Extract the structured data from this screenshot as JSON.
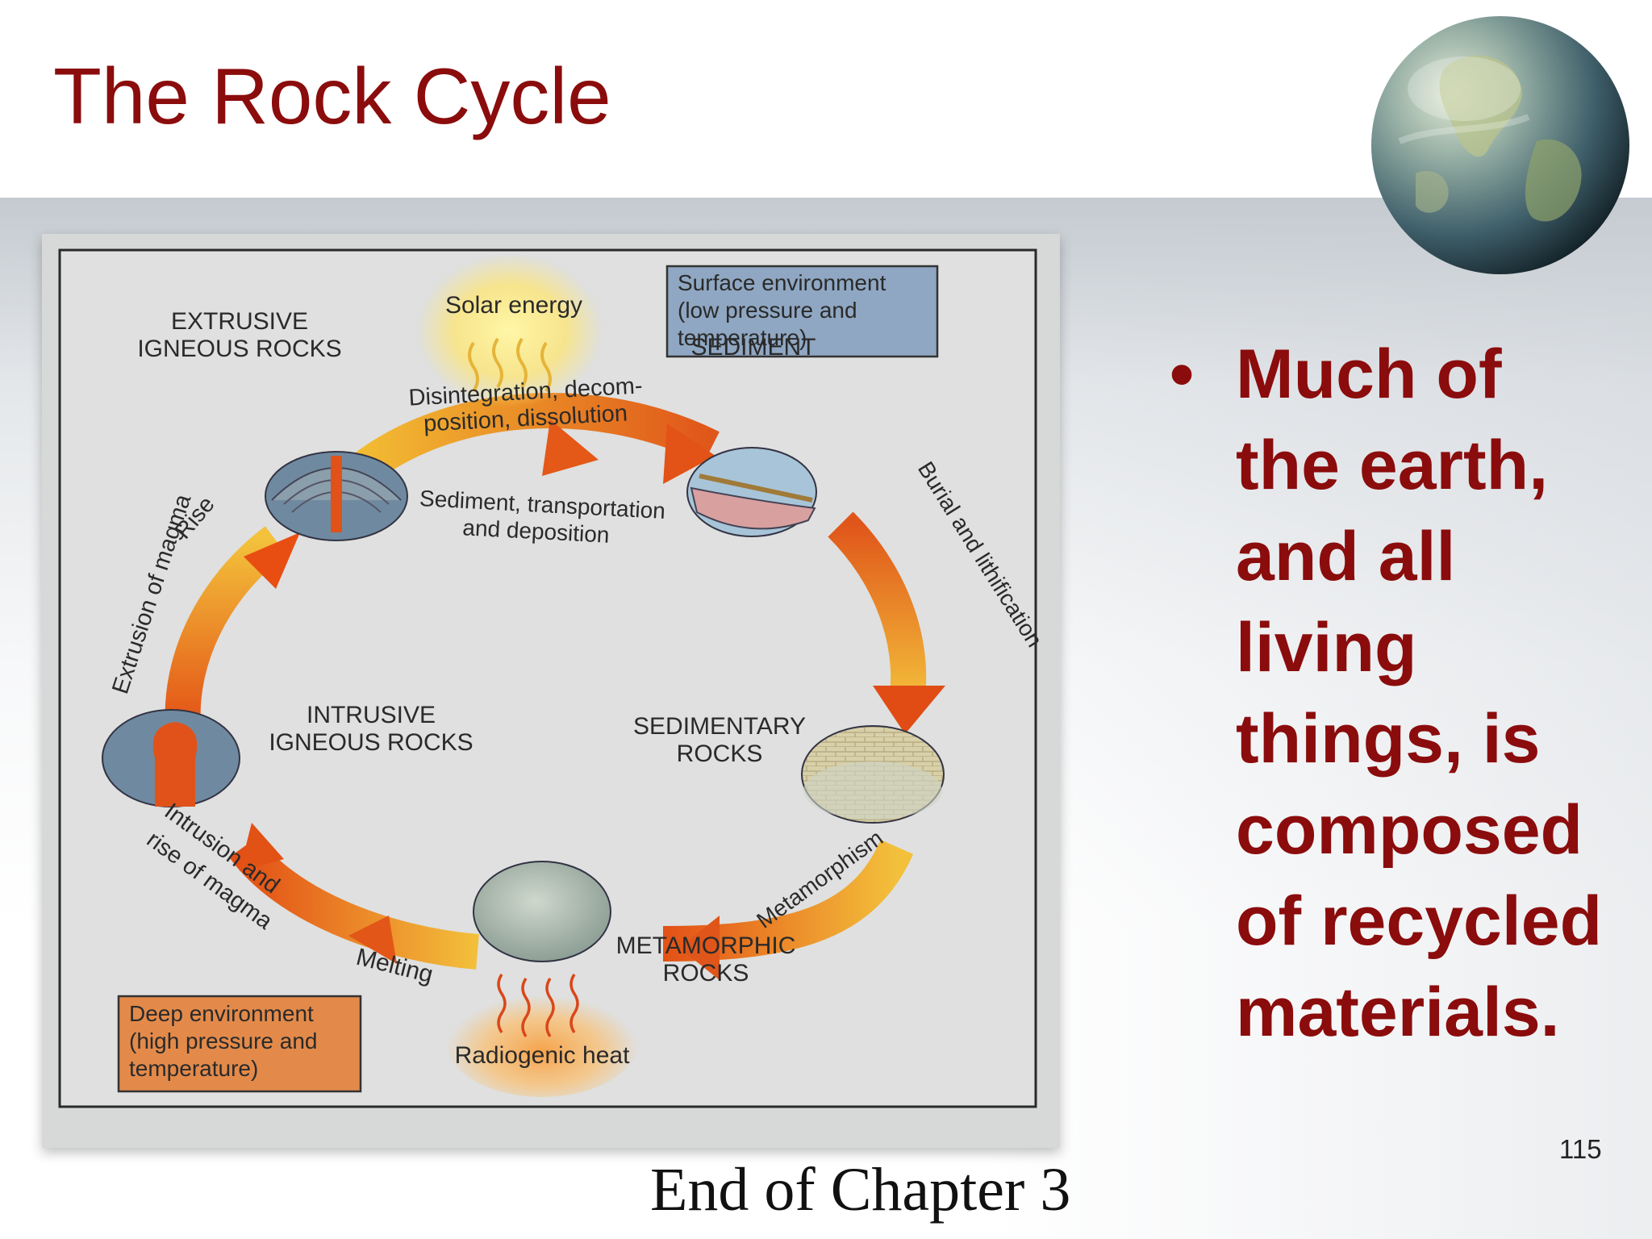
{
  "slide": {
    "title": "The Rock Cycle",
    "number": "115",
    "caption": "End of Chapter 3"
  },
  "bullets": [
    {
      "line1": "Much of",
      "line2": "the earth,",
      "line3": "and all",
      "line4": "living",
      "line5": "things, is",
      "line6": "composed",
      "line7": "of recycled",
      "line8": "materials."
    }
  ],
  "bullet_char": "•",
  "diagram": {
    "solar": "Solar energy",
    "surface_box": [
      "Surface environment",
      "(low pressure and",
      "temperature)"
    ],
    "deep_box": [
      "Deep environment",
      "(high pressure and",
      "temperature)"
    ],
    "extrusive": [
      "EXTRUSIVE",
      "IGNEOUS ROCKS"
    ],
    "sediment": "SEDIMENT",
    "sedimentary": [
      "SEDIMENTARY",
      "ROCKS"
    ],
    "metamorphic": [
      "METAMORPHIC",
      "ROCKS"
    ],
    "intrusive": [
      "INTRUSIVE",
      "IGNEOUS ROCKS"
    ],
    "disintegration": [
      "Disintegration, decom-",
      "position, dissolution"
    ],
    "transport": [
      "Sediment, transportation",
      "and deposition"
    ],
    "burial": "Burial and lithification",
    "metamorphism": "Metamorphism",
    "melting": "Melting",
    "intrusion": [
      "Intrusion and",
      "rise of magma"
    ],
    "extrusion": [
      "Extrusion of magma",
      "Rise"
    ],
    "radiogenic": "Radiogenic heat"
  },
  "colors": {
    "title": "#8b0c0c",
    "surface_box": "#8fa7c2",
    "deep_box": "#e38a4a",
    "arrow_dark": "#d9470c",
    "arrow_light": "#f2c23a"
  }
}
